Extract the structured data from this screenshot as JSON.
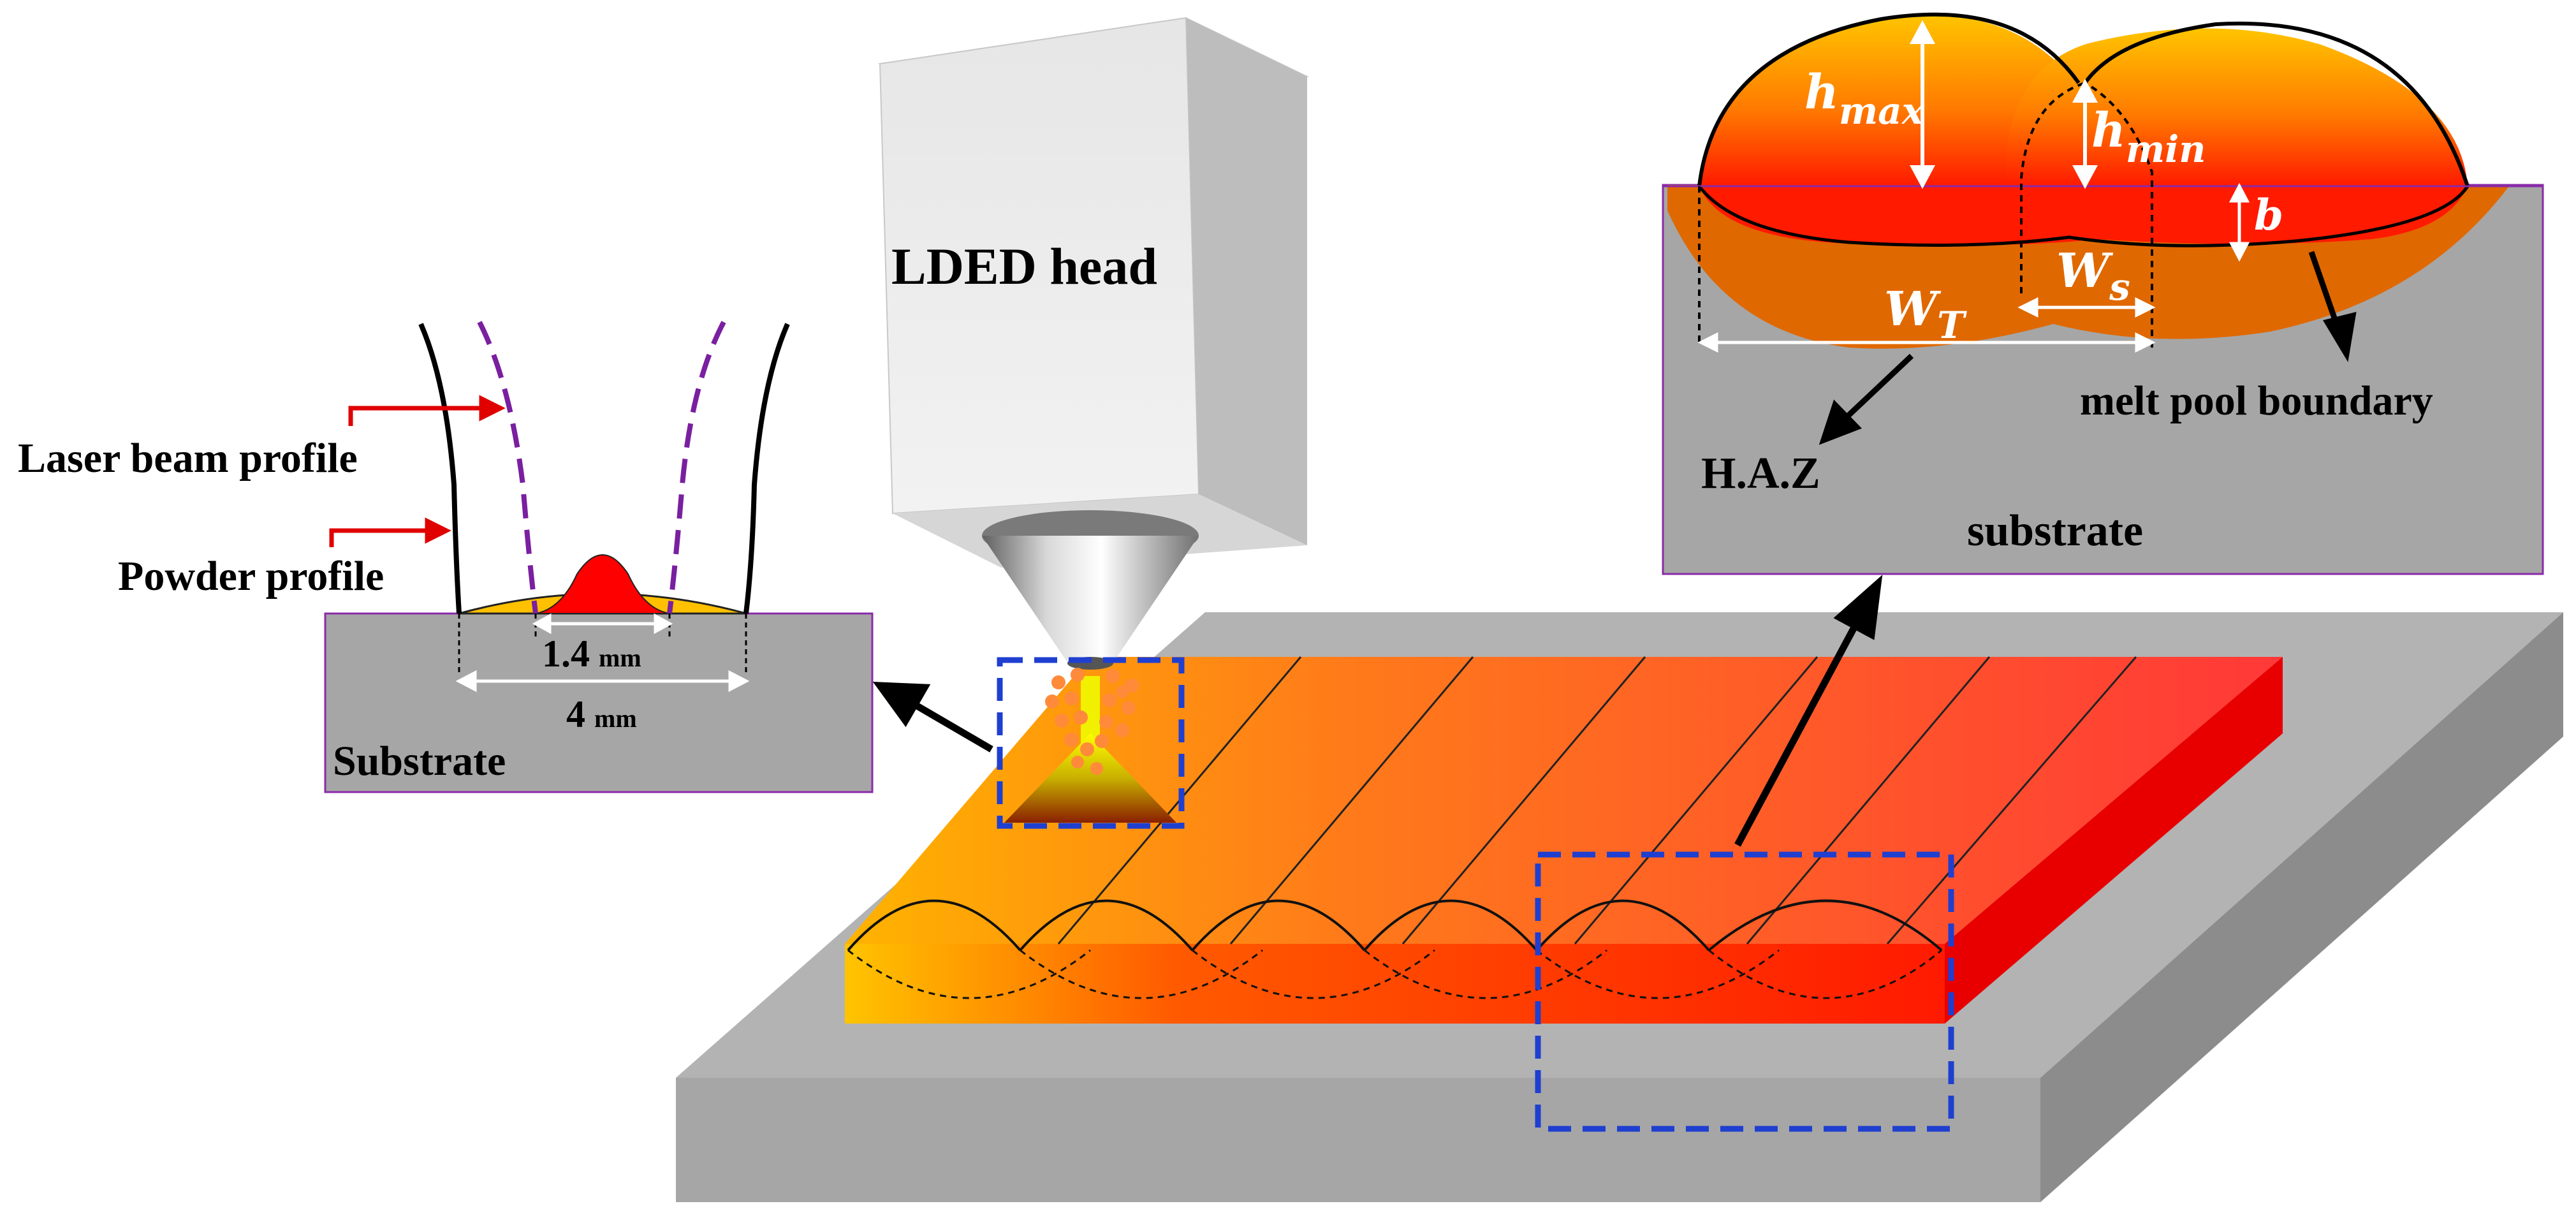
{
  "labels": {
    "ldedHead": "LDED head",
    "laserBeamProfile": "Laser beam profile",
    "powderProfile": "Powder profile",
    "dim14": "1.4",
    "dim4": "4",
    "unitMm": "mm",
    "substrateLeft": "Substrate",
    "substrateRight": "substrate",
    "meltPoolBoundary": "melt pool boundary",
    "haz": "H.A.Z"
  },
  "symbols": {
    "hmax": {
      "base": "h",
      "sub": "max"
    },
    "hmin": {
      "base": "h",
      "sub": "min"
    },
    "b": "b",
    "Ws": {
      "base": "W",
      "sub": "s"
    },
    "WT": {
      "base": "W",
      "sub": "T"
    }
  },
  "colors": {
    "substrateGray": "#a6a6a6",
    "substrateSide": "#8c8c8c",
    "meltOrange": "#e06800",
    "beadYellow": "#ffc000",
    "beadRed": "#ff1a00",
    "dashBlue": "#1f3fd0",
    "arrowRed": "#e00000",
    "powderPurple": "#7a1fa0"
  }
}
